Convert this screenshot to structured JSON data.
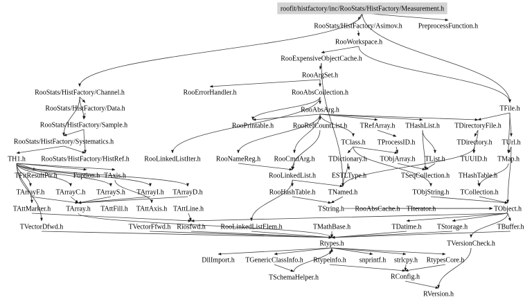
{
  "diagram": {
    "title": "include dependency graph",
    "root": "roofit/histfactory/inc/RooStats/HistFactory/Measurement.h",
    "colors": {
      "root_fill": "#d3d3d3",
      "edge": "#3f3f3f",
      "text": "#000000",
      "background": "#ffffff"
    },
    "nodes": [
      {
        "id": "measurement",
        "label": "roofit/histfactory/inc/RooStats/HistFactory/Measurement.h",
        "root": true
      },
      {
        "id": "asimov",
        "label": "RooStats/HistFactory/Asimov.h"
      },
      {
        "id": "preprocess",
        "label": "PreprocessFunction.h"
      },
      {
        "id": "workspace",
        "label": "RooWorkspace.h"
      },
      {
        "id": "expcache",
        "label": "RooExpensiveObjectCache.h"
      },
      {
        "id": "argset",
        "label": "RooArgSet.h"
      },
      {
        "id": "channel",
        "label": "RooStats/HistFactory/Channel.h"
      },
      {
        "id": "errhandler",
        "label": "RooErrorHandler.h"
      },
      {
        "id": "abscoll",
        "label": "RooAbsCollection.h"
      },
      {
        "id": "data",
        "label": "RooStats/HistFactory/Data.h"
      },
      {
        "id": "absarg",
        "label": "RooAbsArg.h"
      },
      {
        "id": "tfile",
        "label": "TFile.h"
      },
      {
        "id": "sample",
        "label": "RooStats/HistFactory/Sample.h"
      },
      {
        "id": "printable",
        "label": "RooPrintable.h"
      },
      {
        "id": "refcount",
        "label": "RooRefCountList.h"
      },
      {
        "id": "trefarray",
        "label": "TRefArray.h"
      },
      {
        "id": "thashlist",
        "label": "THashList.h"
      },
      {
        "id": "tdirfile",
        "label": "TDirectoryFile.h"
      },
      {
        "id": "systematics",
        "label": "RooStats/HistFactory/Systematics.h"
      },
      {
        "id": "tclass",
        "label": "TClass.h"
      },
      {
        "id": "tprocessid",
        "label": "TProcessID.h"
      },
      {
        "id": "tdirectory",
        "label": "TDirectory.h"
      },
      {
        "id": "turl",
        "label": "TUrl.h"
      },
      {
        "id": "th1",
        "label": "TH1.h"
      },
      {
        "id": "histref",
        "label": "RooStats/HistFactory/HistRef.h"
      },
      {
        "id": "linkediter",
        "label": "RooLinkedListIter.h"
      },
      {
        "id": "namereg",
        "label": "RooNameReg.h"
      },
      {
        "id": "cmdarg",
        "label": "RooCmdArg.h"
      },
      {
        "id": "tdictionary",
        "label": "TDictionary.h"
      },
      {
        "id": "tobjarray",
        "label": "TObjArray.h"
      },
      {
        "id": "tlist",
        "label": "TList.h"
      },
      {
        "id": "tuuid",
        "label": "TUUID.h"
      },
      {
        "id": "tmap",
        "label": "TMap.h"
      },
      {
        "id": "tfitresult",
        "label": "TFitResultPtr.h"
      },
      {
        "id": "foption",
        "label": "Foption.h"
      },
      {
        "id": "taxis",
        "label": "TAxis.h"
      },
      {
        "id": "linkedlist",
        "label": "RooLinkedList.h"
      },
      {
        "id": "estltype",
        "label": "ESTLType.h"
      },
      {
        "id": "tseqcoll",
        "label": "TSeqCollection.h"
      },
      {
        "id": "thashtable",
        "label": "THashTable.h"
      },
      {
        "id": "tarrayf",
        "label": "TArrayF.h"
      },
      {
        "id": "tarrayc",
        "label": "TArrayC.h"
      },
      {
        "id": "tarrays",
        "label": "TArrayS.h"
      },
      {
        "id": "tarrayi",
        "label": "TArrayI.h"
      },
      {
        "id": "tarrayd",
        "label": "TArrayD.h"
      },
      {
        "id": "hashtable",
        "label": "RooHashTable.h"
      },
      {
        "id": "tnamed",
        "label": "TNamed.h"
      },
      {
        "id": "tobjstring",
        "label": "TObjString.h"
      },
      {
        "id": "tcollection",
        "label": "TCollection.h"
      },
      {
        "id": "tattmarker",
        "label": "TAttMarker.h"
      },
      {
        "id": "tarray",
        "label": "TArray.h"
      },
      {
        "id": "tattfill",
        "label": "TAttFill.h"
      },
      {
        "id": "tattaxis",
        "label": "TAttAxis.h"
      },
      {
        "id": "tattline",
        "label": "TAttLine.h"
      },
      {
        "id": "tstring",
        "label": "TString.h"
      },
      {
        "id": "abscache",
        "label": "RooAbsCache.h"
      },
      {
        "id": "titerator",
        "label": "TIterator.h"
      },
      {
        "id": "tobject",
        "label": "TObject.h"
      },
      {
        "id": "tvectordfwd",
        "label": "TVectorDfwd.h"
      },
      {
        "id": "tvectorffwd",
        "label": "TVectorFfwd.h"
      },
      {
        "id": "riosfwd",
        "label": "Riosfwd.h"
      },
      {
        "id": "linkedelem",
        "label": "RooLinkedListElem.h"
      },
      {
        "id": "tmathbase",
        "label": "TMathBase.h"
      },
      {
        "id": "tdatime",
        "label": "TDatime.h"
      },
      {
        "id": "tstorage",
        "label": "TStorage.h"
      },
      {
        "id": "tbuffer",
        "label": "TBuffer.h"
      },
      {
        "id": "rtypes",
        "label": "Rtypes.h"
      },
      {
        "id": "tversioncheck",
        "label": "TVersionCheck.h"
      },
      {
        "id": "dllimport",
        "label": "DllImport.h"
      },
      {
        "id": "tgenericclass",
        "label": "TGenericClassInfo.h"
      },
      {
        "id": "rtypeinfo",
        "label": "Rtypeinfo.h"
      },
      {
        "id": "snprintf",
        "label": "snprintf.h"
      },
      {
        "id": "strlcpy",
        "label": "strlcpy.h"
      },
      {
        "id": "rtypescore",
        "label": "RtypesCore.h"
      },
      {
        "id": "tschemahelper",
        "label": "TSchemaHelper.h"
      },
      {
        "id": "rconfig",
        "label": "RConfig.h"
      },
      {
        "id": "rversion",
        "label": "RVersion.h"
      }
    ],
    "edges": [
      [
        "measurement",
        "asimov"
      ],
      [
        "measurement",
        "preprocess"
      ],
      [
        "measurement",
        "channel"
      ],
      [
        "measurement",
        "tfile"
      ],
      [
        "asimov",
        "workspace"
      ],
      [
        "workspace",
        "expcache"
      ],
      [
        "workspace",
        "tfile"
      ],
      [
        "expcache",
        "argset"
      ],
      [
        "expcache",
        "tnamed"
      ],
      [
        "argset",
        "errhandler"
      ],
      [
        "argset",
        "abscoll"
      ],
      [
        "abscoll",
        "absarg"
      ],
      [
        "abscoll",
        "printable"
      ],
      [
        "abscoll",
        "linkediter"
      ],
      [
        "channel",
        "data"
      ],
      [
        "channel",
        "sample"
      ],
      [
        "channel",
        "systematics"
      ],
      [
        "data",
        "sample"
      ],
      [
        "sample",
        "systematics"
      ],
      [
        "sample",
        "histref"
      ],
      [
        "systematics",
        "th1"
      ],
      [
        "systematics",
        "histref"
      ],
      [
        "absarg",
        "refcount"
      ],
      [
        "absarg",
        "trefarray"
      ],
      [
        "absarg",
        "thashlist"
      ],
      [
        "absarg",
        "tdirfile"
      ],
      [
        "absarg",
        "printable"
      ],
      [
        "absarg",
        "namereg"
      ],
      [
        "absarg",
        "cmdarg"
      ],
      [
        "absarg",
        "tclass"
      ],
      [
        "tfile",
        "tdirfile"
      ],
      [
        "tfile",
        "turl"
      ],
      [
        "tfile",
        "tmap"
      ],
      [
        "tdirfile",
        "tdirectory"
      ],
      [
        "tdirfile",
        "tuuid"
      ],
      [
        "tdirectory",
        "tuuid"
      ],
      [
        "tdirectory",
        "tnamed"
      ],
      [
        "turl",
        "tmap"
      ],
      [
        "turl",
        "tobject"
      ],
      [
        "trefarray",
        "tprocessid"
      ],
      [
        "tprocessid",
        "tobjarray"
      ],
      [
        "tclass",
        "tdictionary"
      ],
      [
        "tclass",
        "tobjarray"
      ],
      [
        "tclass",
        "tobjstring"
      ],
      [
        "thashlist",
        "tlist"
      ],
      [
        "thashlist",
        "tseqcoll"
      ],
      [
        "tlist",
        "tseqcoll"
      ],
      [
        "tobjarray",
        "tseqcoll"
      ],
      [
        "tmap",
        "tcollection"
      ],
      [
        "thashtable",
        "tcollection"
      ],
      [
        "tdictionary",
        "estltype"
      ],
      [
        "tdictionary",
        "tnamed"
      ],
      [
        "cmdarg",
        "linkedlist"
      ],
      [
        "namereg",
        "linkedlist"
      ],
      [
        "refcount",
        "linkedlist"
      ],
      [
        "linkedlist",
        "hashtable"
      ],
      [
        "linkedlist",
        "linkedelem"
      ],
      [
        "linkedlist",
        "tnamed"
      ],
      [
        "th1",
        "tfitresult"
      ],
      [
        "th1",
        "foption"
      ],
      [
        "th1",
        "taxis"
      ],
      [
        "th1",
        "tarrayf"
      ],
      [
        "th1",
        "tarrayc"
      ],
      [
        "th1",
        "tarrays"
      ],
      [
        "th1",
        "tarrayi"
      ],
      [
        "th1",
        "tarrayd"
      ],
      [
        "th1",
        "tattmarker"
      ],
      [
        "th1",
        "tvectordfwd"
      ],
      [
        "taxis",
        "tattaxis"
      ],
      [
        "tarrayf",
        "tarray"
      ],
      [
        "tarrayc",
        "tarray"
      ],
      [
        "tarrays",
        "tarray"
      ],
      [
        "tarrayi",
        "tarray"
      ],
      [
        "tarrayd",
        "tarray"
      ],
      [
        "tattmarker",
        "riosfwd"
      ],
      [
        "tattline",
        "riosfwd"
      ],
      [
        "tarray",
        "rtypes"
      ],
      [
        "tvectordfwd",
        "rtypes"
      ],
      [
        "tvectorffwd",
        "rtypes"
      ],
      [
        "riosfwd",
        "rtypes"
      ],
      [
        "tnamed",
        "tstring"
      ],
      [
        "hashtable",
        "tstring"
      ],
      [
        "abscache",
        "tobject"
      ],
      [
        "titerator",
        "tobject"
      ],
      [
        "tcollection",
        "tobject"
      ],
      [
        "tobjstring",
        "tobject"
      ],
      [
        "tstring",
        "tobject"
      ],
      [
        "tobject",
        "tbuffer"
      ],
      [
        "tobject",
        "tdatime"
      ],
      [
        "tobject",
        "tstorage"
      ],
      [
        "tobject",
        "tversioncheck"
      ],
      [
        "tobject",
        "riosfwd"
      ],
      [
        "tmathbase",
        "rtypes"
      ],
      [
        "linkedelem",
        "rtypes"
      ],
      [
        "tdatime",
        "rtypes"
      ],
      [
        "tstorage",
        "rtypes"
      ],
      [
        "tbuffer",
        "rtypes"
      ],
      [
        "tversioncheck",
        "rversion"
      ],
      [
        "rtypes",
        "dllimport"
      ],
      [
        "rtypes",
        "tgenericclass"
      ],
      [
        "rtypes",
        "rtypeinfo"
      ],
      [
        "rtypes",
        "snprintf"
      ],
      [
        "rtypes",
        "strlcpy"
      ],
      [
        "rtypes",
        "rtypescore"
      ],
      [
        "tgenericclass",
        "tschemahelper"
      ],
      [
        "tschemahelper",
        "rtypes"
      ],
      [
        "rtypeinfo",
        "rconfig"
      ],
      [
        "strlcpy",
        "rconfig"
      ],
      [
        "rtypescore",
        "rconfig"
      ],
      [
        "rconfig",
        "rversion"
      ]
    ]
  }
}
